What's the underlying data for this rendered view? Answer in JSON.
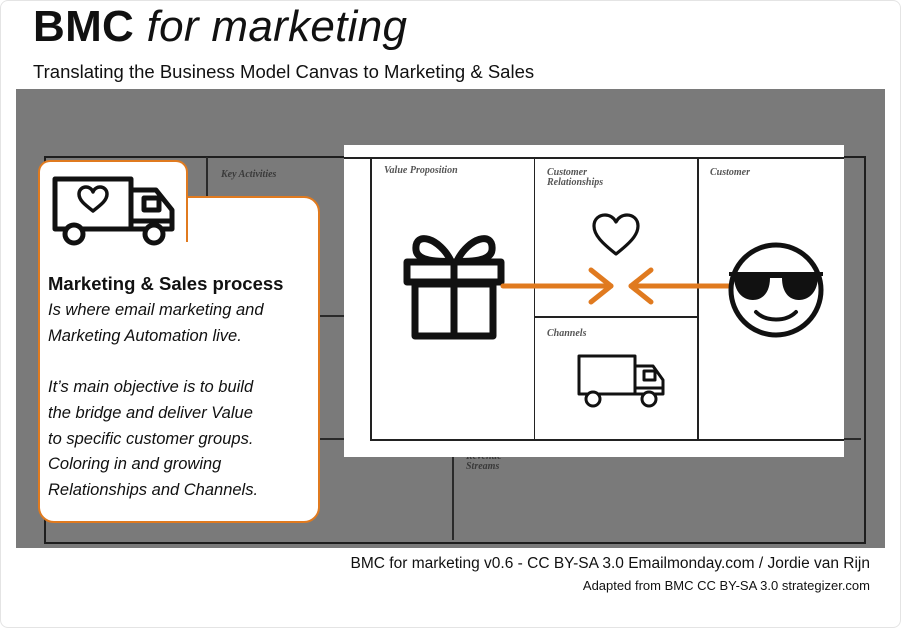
{
  "title": {
    "bold": "BMC",
    "italic": "for marketing"
  },
  "subtitle": "Translating the Business Model Canvas to Marketing & Sales",
  "canvas": {
    "background_labels": {
      "key_activities": "Key Activities",
      "revenue_streams": "Revenue Streams"
    },
    "cells": {
      "value_proposition": "Value Proposition",
      "customer_relationships": "Customer Relationships",
      "customer": "Customer",
      "channels": "Channels"
    },
    "icons": [
      "truck-icon",
      "gift-icon",
      "heart-icon",
      "sunglasses-smiley-icon",
      "arrow-right-icon",
      "arrow-left-icon"
    ]
  },
  "callout": {
    "heading": "Marketing & Sales process",
    "lines": [
      "Is where email marketing and",
      "Marketing Automation live.",
      "",
      "It’s main objective is to build",
      "the bridge and deliver Value",
      "to specific customer groups.",
      "Coloring in and growing",
      "Relationships and Channels."
    ]
  },
  "footer": {
    "line1": "BMC for marketing v0.6 - CC BY-SA 3.0 Emailmonday.com / Jordie van Rijn",
    "line2": "Adapted from BMC CC BY-SA 3.0 strategizer.com"
  },
  "colors": {
    "accent": "#e07a1f",
    "background_gray": "#7a7a7a"
  }
}
